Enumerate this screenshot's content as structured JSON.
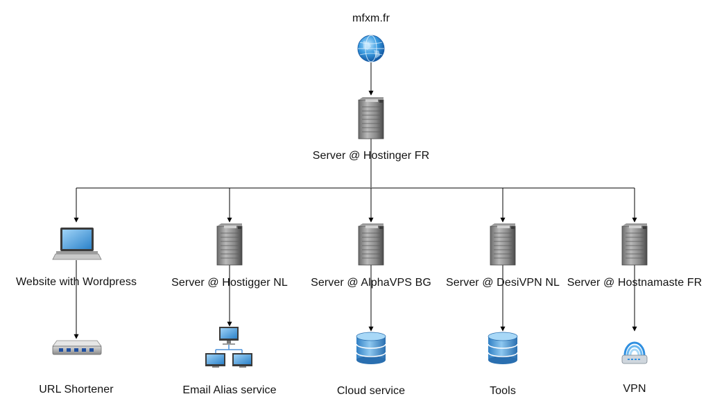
{
  "diagram": {
    "root": {
      "label": "mfxm.fr",
      "icon": "globe-icon"
    },
    "main_server": {
      "label": "Server @ Hostinger FR",
      "icon": "server-tower-icon"
    },
    "branches": [
      {
        "id": "wordpress",
        "label": "Website with Wordpress",
        "icon": "laptop-icon",
        "child": {
          "label": "URL Shortener",
          "icon": "network-switch-icon"
        }
      },
      {
        "id": "hostigger",
        "label": "Server @ Hostigger NL",
        "icon": "server-tower-icon",
        "child": {
          "label": "Email Alias service",
          "icon": "computer-network-icon"
        }
      },
      {
        "id": "alphavps",
        "label": "Server @ AlphaVPS BG",
        "icon": "server-tower-icon",
        "child": {
          "label": "Cloud service",
          "icon": "database-icon"
        }
      },
      {
        "id": "desivpn",
        "label": "Server @ DesiVPN NL",
        "icon": "server-tower-icon",
        "child": {
          "label": "Tools",
          "icon": "database-icon"
        }
      },
      {
        "id": "hostnamaste",
        "label": "Server @ Hostnamaste FR",
        "icon": "server-tower-icon",
        "child": {
          "label": "VPN",
          "icon": "wireless-router-icon"
        }
      }
    ]
  }
}
